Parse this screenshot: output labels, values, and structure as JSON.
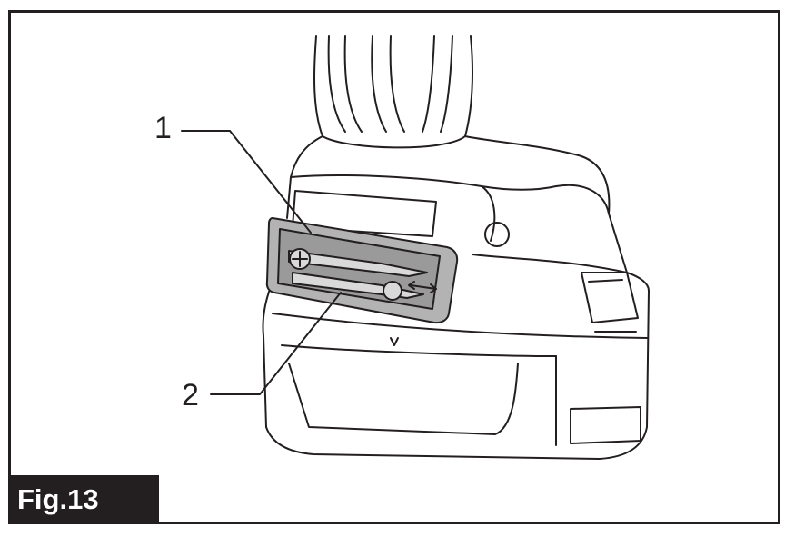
{
  "figure": {
    "label": "Fig.13",
    "callouts": [
      {
        "number": "1"
      },
      {
        "number": "2"
      }
    ]
  },
  "colors": {
    "line": "#231f20",
    "holder_fill": "#b3b3b3",
    "frame": "#231f20",
    "label_bg": "#231f20",
    "label_text": "#ffffff"
  }
}
